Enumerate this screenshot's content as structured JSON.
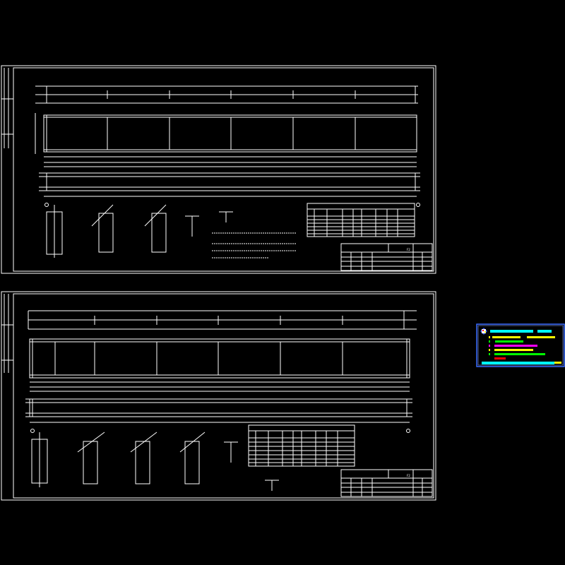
{
  "drawing": {
    "sheets": [
      {
        "id": "sheet-1",
        "title_code": "F2"
      },
      {
        "id": "sheet-2",
        "title_code": "F2"
      }
    ],
    "colors": {
      "background": "#000000",
      "lines": "#ffffff",
      "legend_border": "#3a6cff",
      "legend_title": "#00ffff",
      "legend_yellow": "#ffff00",
      "legend_green": "#00ff00",
      "legend_magenta": "#ff00ff",
      "legend_red": "#ff0000"
    }
  }
}
